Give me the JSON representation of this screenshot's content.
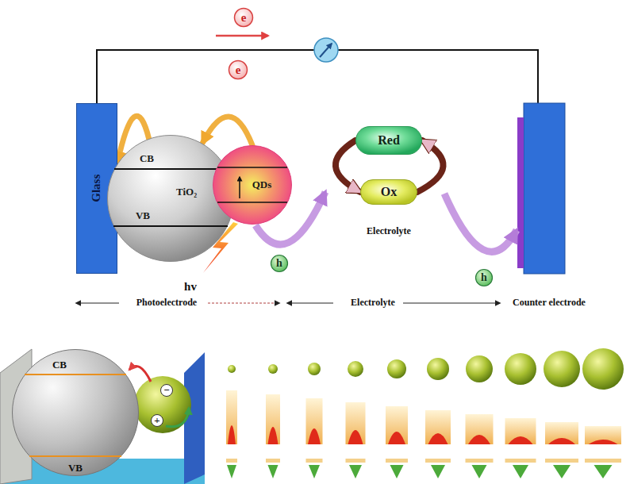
{
  "diagram": {
    "nodes": [
      {
        "text": [
          "e"
        ]
      },
      {
        "text": [
          "e"
        ]
      },
      {
        "text": [
          "Glass"
        ]
      },
      {
        "text": [
          "CB",
          "TiO₂",
          "VB"
        ]
      },
      {
        "text": [
          "QDs"
        ]
      },
      {
        "text": [
          "h"
        ]
      },
      {
        "text": [
          "Red"
        ]
      },
      {
        "text": [
          "Ox"
        ]
      },
      {
        "text": [
          "h"
        ]
      },
      {
        "text": [
          "CB",
          "VB"
        ]
      }
    ],
    "edges": [
      {
        "from": 3,
        "to": 2,
        "arrow": "to"
      },
      {
        "from": 4,
        "to": 3,
        "arrow": "to"
      },
      {
        "from": 6,
        "to": 7,
        "arrow": "to"
      },
      {
        "from": 7,
        "to": 6,
        "arrow": "to"
      }
    ],
    "labels": [
      "hv",
      "Electrolyte",
      "Photoelectrode",
      "Electrolyte",
      "Counter electrode",
      "−",
      "+"
    ]
  }
}
